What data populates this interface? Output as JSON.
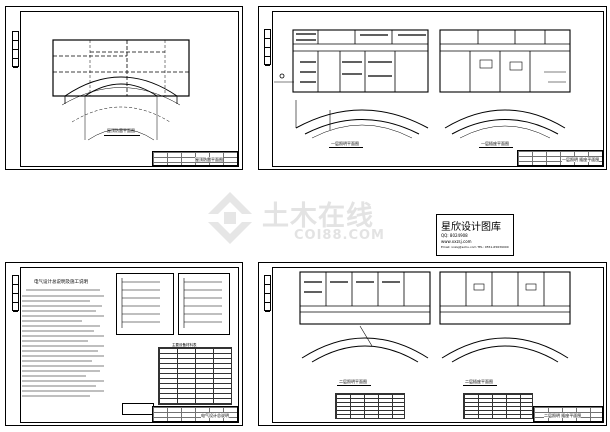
{
  "sheets": {
    "roof": {
      "caption": "屋顶防雷平面图",
      "title_block": "屋顶防雷平面图"
    },
    "floor1": {
      "caption_left": "一层照明平面图",
      "caption_right": "一层插座平面图",
      "title_block": "一层照明 插座平面图"
    },
    "notes": {
      "heading": "电气设计总说明及施工说明",
      "title_block": "电气设计总说明",
      "schedule_label": "主要设备材料表"
    },
    "floor2": {
      "caption_left": "二层照明平面图",
      "caption_right": "二层插座平面图",
      "title_block": "二层照明 插座平面图"
    }
  },
  "watermark": {
    "text": "土木在线",
    "url": "COI88.COM"
  },
  "stamp": {
    "title": "星欣设计图库",
    "line1": "QQ: 8024908",
    "line2": "www.xxzsj.com",
    "line3": "Email: xxzsj@sohu.com  TEL: 0551-65639000"
  }
}
